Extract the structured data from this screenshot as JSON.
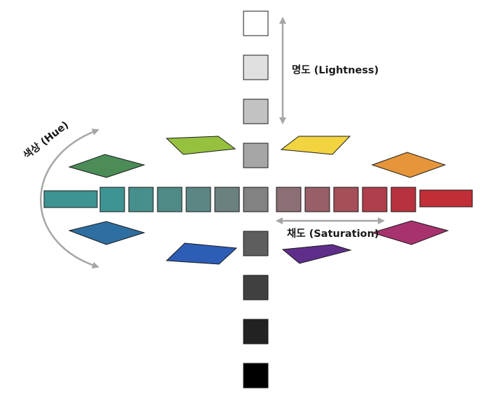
{
  "labels": {
    "lightness": "명도 (Lightness)",
    "saturation": "채도 (Saturation)",
    "hue": "색상 (Hue)"
  },
  "lightness_scale": {
    "colors": [
      "#ffffff",
      "#e0e0e0",
      "#c2c2c2",
      "#a6a6a6",
      "#828282",
      "#5e5e5e",
      "#404040",
      "#222222",
      "#000000"
    ]
  },
  "saturation_scale": {
    "colors": [
      "#3e9492",
      "#468f8c",
      "#4f8a87",
      "#5b8683",
      "#6b817f",
      "#7f7f7f",
      "#8c6f75",
      "#995f68",
      "#a44f59",
      "#ae3f4b",
      "#b7323e",
      "#bd2e38"
    ]
  },
  "hue_wheel": {
    "colors": [
      "#c12e38",
      "#e6953a",
      "#f2d440",
      "#95c13e",
      "#4b8c57",
      "#3e9492",
      "#2f6ea0",
      "#2e5db6",
      "#5f2e8a",
      "#a8326e"
    ]
  },
  "style": {
    "arrow_color": "#a6a6a6",
    "outline_color": "#1a1a1a"
  }
}
